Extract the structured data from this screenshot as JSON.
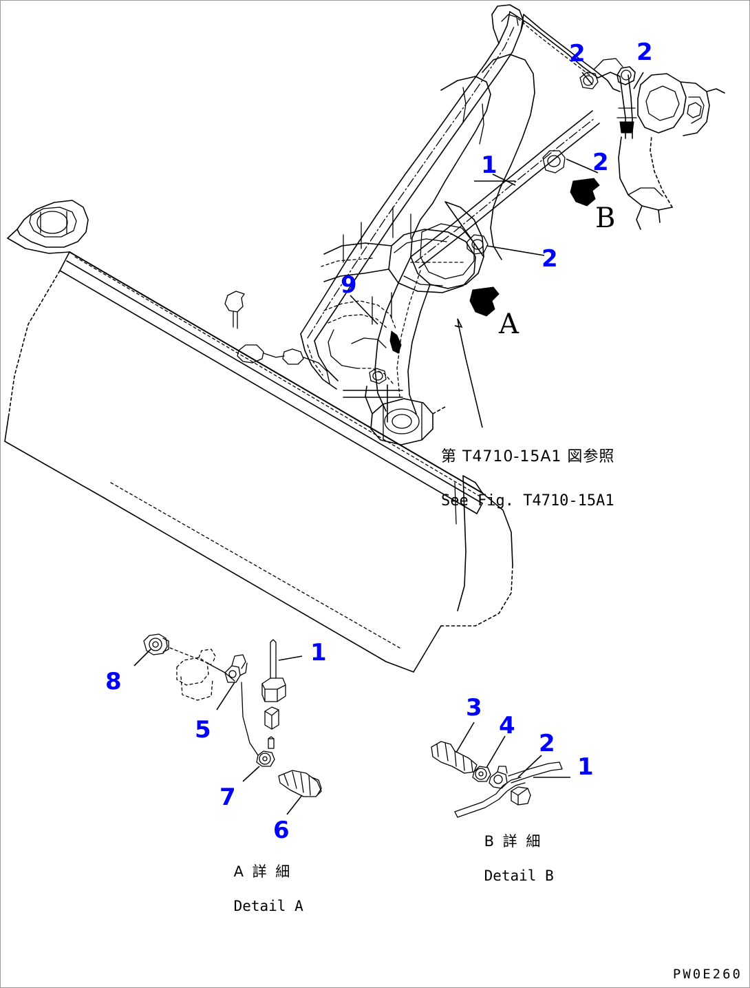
{
  "sheet": {
    "drawing_code": "PW0E260",
    "background_color": "#ffffff",
    "line_color": "#000000",
    "callout_color": "#0000ff"
  },
  "main_view": {
    "reference_note": {
      "jp": "第 T4710-15A1 図参照",
      "en": "See Fig. T4710-15A1"
    },
    "section_letters": [
      {
        "label": "A"
      },
      {
        "label": "B"
      }
    ],
    "callouts": [
      {
        "id": "mv-2-a",
        "label": "2"
      },
      {
        "id": "mv-2-b",
        "label": "2"
      },
      {
        "id": "mv-1",
        "label": "1"
      },
      {
        "id": "mv-2-c",
        "label": "2"
      },
      {
        "id": "mv-2-d",
        "label": "2"
      },
      {
        "id": "mv-9",
        "label": "9"
      }
    ]
  },
  "detail_a": {
    "caption_jp": "A 詳 細",
    "caption_en": "Detail A",
    "callouts": [
      {
        "id": "da-8",
        "label": "8"
      },
      {
        "id": "da-1",
        "label": "1"
      },
      {
        "id": "da-5",
        "label": "5"
      },
      {
        "id": "da-7",
        "label": "7"
      },
      {
        "id": "da-6",
        "label": "6"
      }
    ]
  },
  "detail_b": {
    "caption_jp": "B 詳 細",
    "caption_en": "Detail B",
    "callouts": [
      {
        "id": "db-3",
        "label": "3"
      },
      {
        "id": "db-4",
        "label": "4"
      },
      {
        "id": "db-2",
        "label": "2"
      },
      {
        "id": "db-1",
        "label": "1"
      }
    ]
  }
}
